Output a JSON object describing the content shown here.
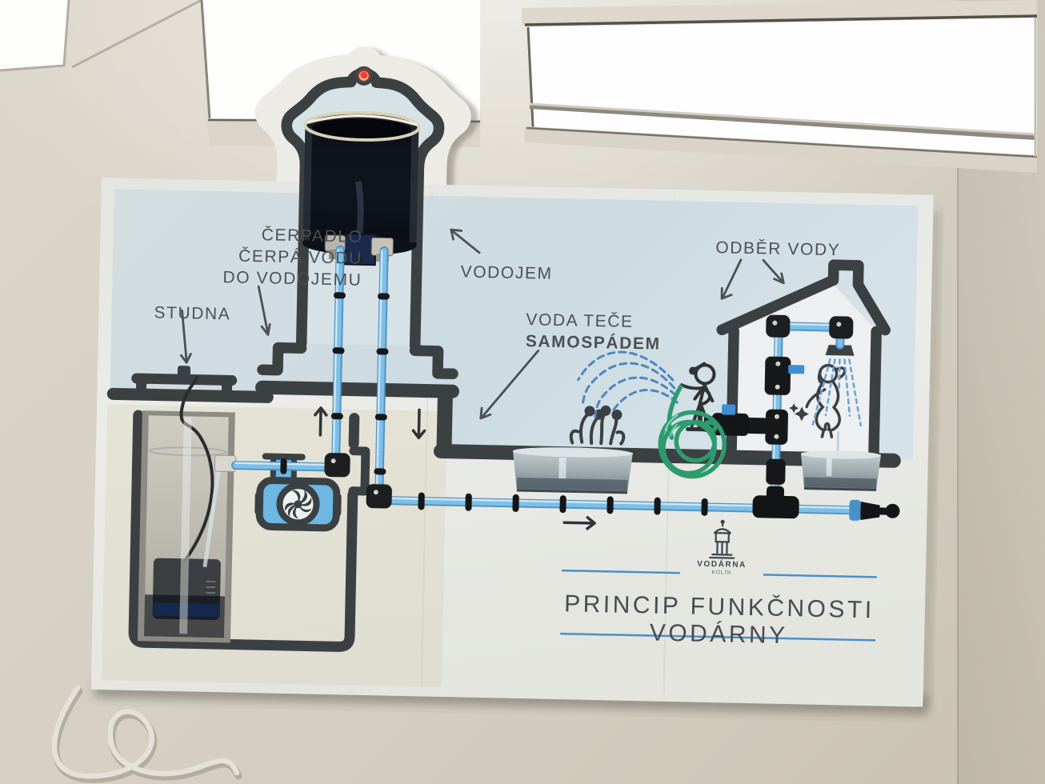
{
  "exhibit": {
    "title": "PRINCIP FUNKČNOSTI VODÁRNY",
    "labels": {
      "pump_line1": "ČERPADLO",
      "pump_line2": "ČERPÁ VODU",
      "pump_line3": "DO VODOJEMU",
      "well": "STUDNA",
      "reservoir": "VODOJEM",
      "gravity_line1": "VODA TEČE",
      "gravity_line2": "SAMOSPÁDEM",
      "offtake": "ODBĚR VODY"
    },
    "logo": {
      "name": "VODÁRNA",
      "place": "KOLÍN"
    },
    "colors": {
      "outline": "#3b4043",
      "label_text": "#4b5054",
      "accent_blue": "#4a8fc7",
      "tube_blue": "#7cc0e8",
      "tube_edge": "#4f8fbe",
      "hose_green": "#2e9a6e",
      "pump_blue": "#6db7e2",
      "led_red": "#ff3b2e",
      "sky": "#cfdde2",
      "board": "#e9e9e4"
    }
  }
}
